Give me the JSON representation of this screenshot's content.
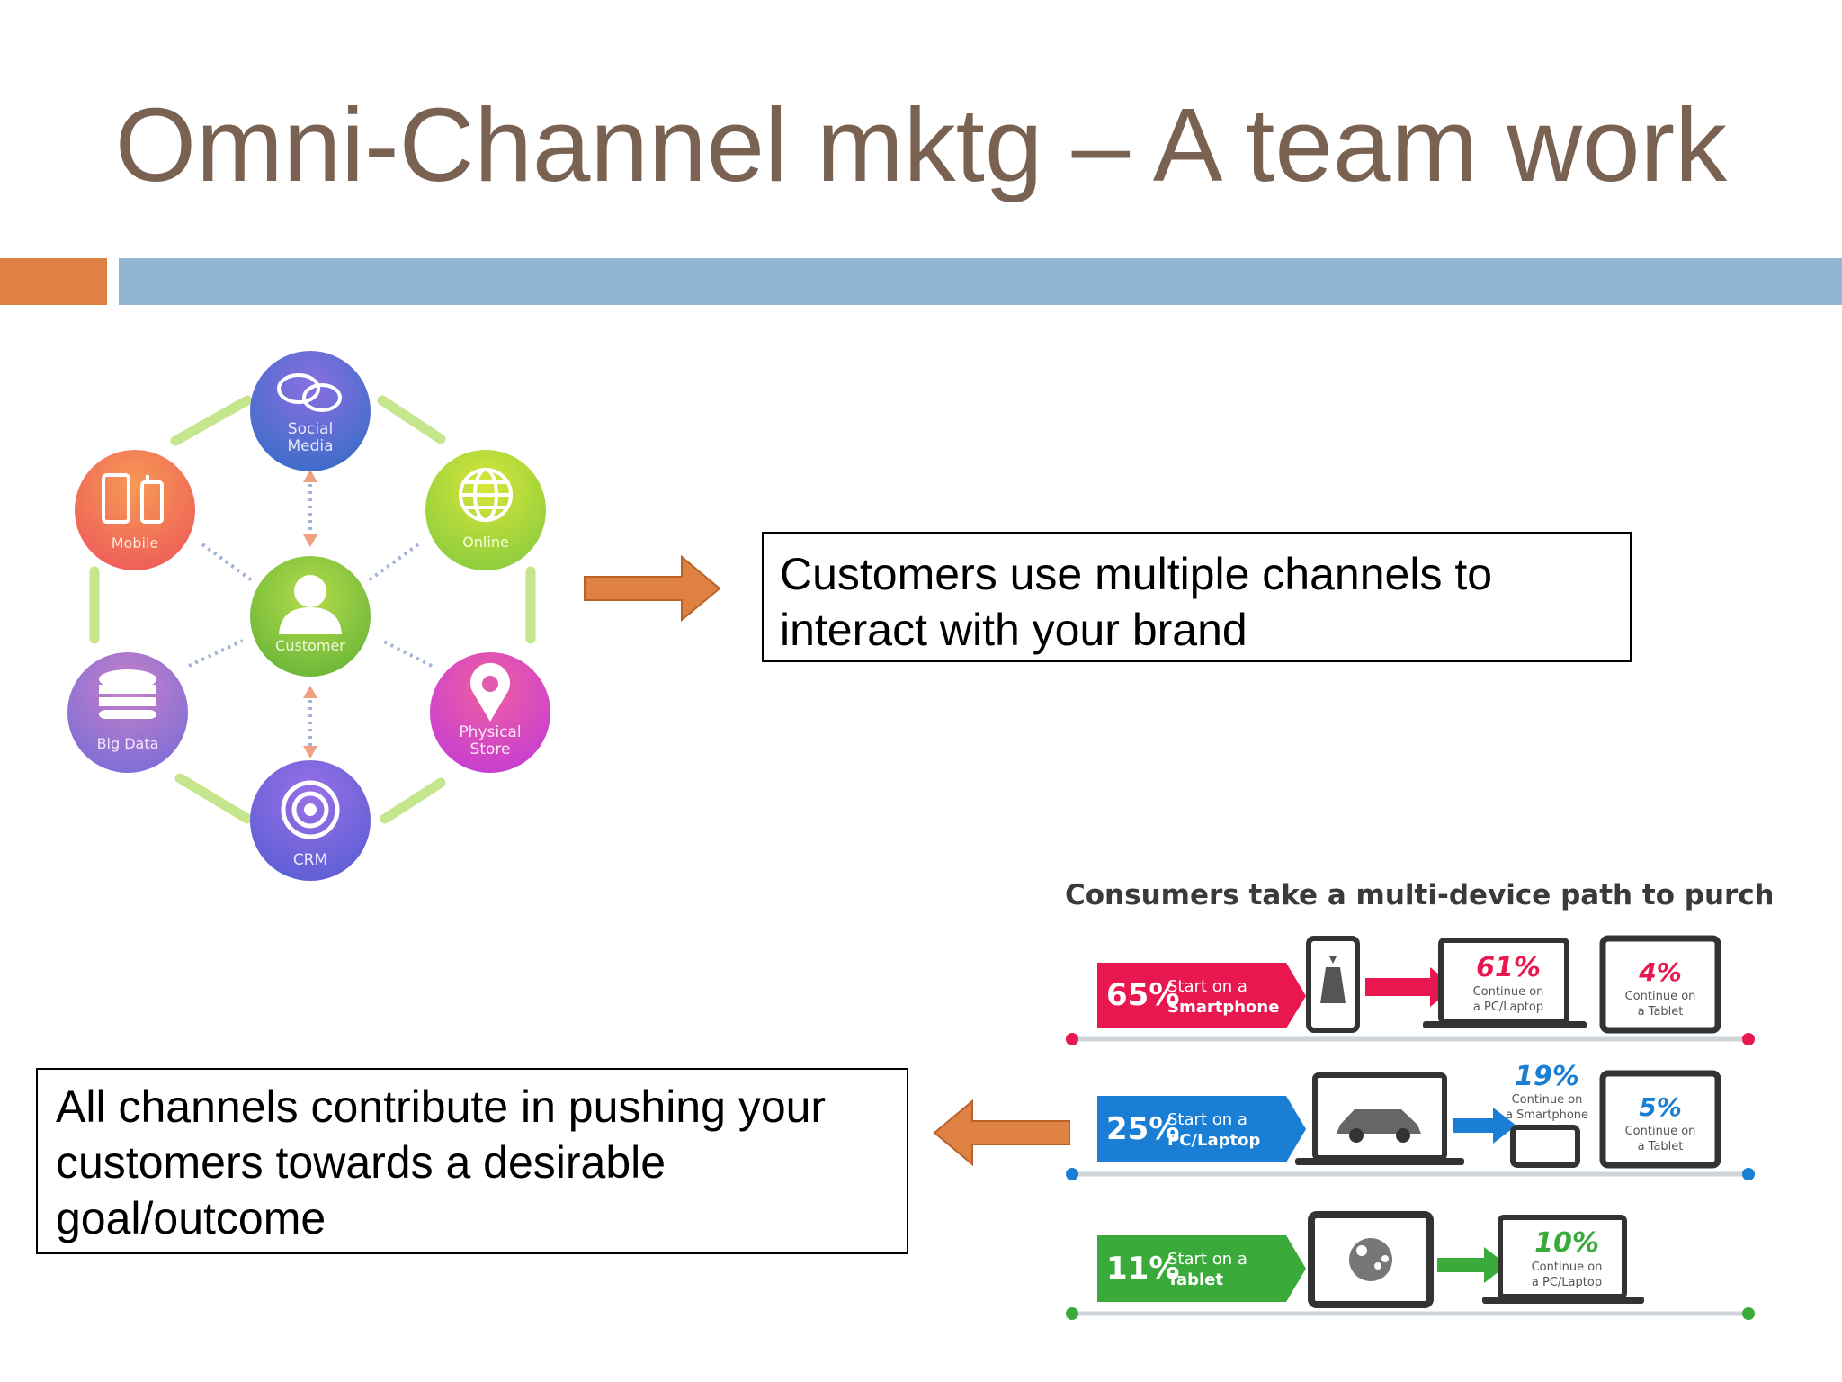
{
  "slide": {
    "title": "Omni-Channel mktg – A team work",
    "accent_colors": {
      "title": "#7a6252",
      "orange": "#de8142",
      "blue": "#93b5d4"
    }
  },
  "channels_diagram": {
    "center": {
      "label": "Customer",
      "icon": "person-icon",
      "color": "#8bc34a"
    },
    "nodes": [
      {
        "label": "Social Media",
        "icon": "speech-bubbles-icon",
        "color": "#5c6bc0"
      },
      {
        "label": "Online",
        "icon": "globe-icon",
        "color": "#b5d334"
      },
      {
        "label": "Physical Store",
        "icon": "map-pin-icon",
        "color": "#e04cb0"
      },
      {
        "label": "CRM",
        "icon": "target-icon",
        "color": "#7c5fd6"
      },
      {
        "label": "Big Data",
        "icon": "database-icon",
        "color": "#b06fc0"
      },
      {
        "label": "Mobile",
        "icon": "phone-icon",
        "color": "#f07850"
      }
    ]
  },
  "callouts": {
    "top": "Customers use multiple channels to interact with your brand",
    "bottom": "All channels contribute in pushing your customers towards a desirable goal/outcome"
  },
  "infographic": {
    "title": "Consumers take a multi-device path to purchase",
    "rows": [
      {
        "start_pct": "65%",
        "start_line1": "Start on a",
        "start_line2": "Smartphone",
        "color": "#e8174f",
        "steps": [
          {
            "pct": "61%",
            "line1": "Continue on",
            "line2": "a PC/Laptop"
          },
          {
            "pct": "4%",
            "line1": "Continue on",
            "line2": "a Tablet"
          }
        ]
      },
      {
        "start_pct": "25%",
        "start_line1": "Start on a",
        "start_line2": "PC/Laptop",
        "color": "#1a7fd4",
        "steps": [
          {
            "pct": "19%",
            "line1": "Continue on",
            "line2": "a Smartphone"
          },
          {
            "pct": "5%",
            "line1": "Continue on",
            "line2": "a Tablet"
          }
        ]
      },
      {
        "start_pct": "11%",
        "start_line1": "Start on a",
        "start_line2": "Tablet",
        "color": "#3aaa3a",
        "steps": [
          {
            "pct": "10%",
            "line1": "Continue on",
            "line2": "a PC/Laptop"
          }
        ]
      }
    ]
  }
}
